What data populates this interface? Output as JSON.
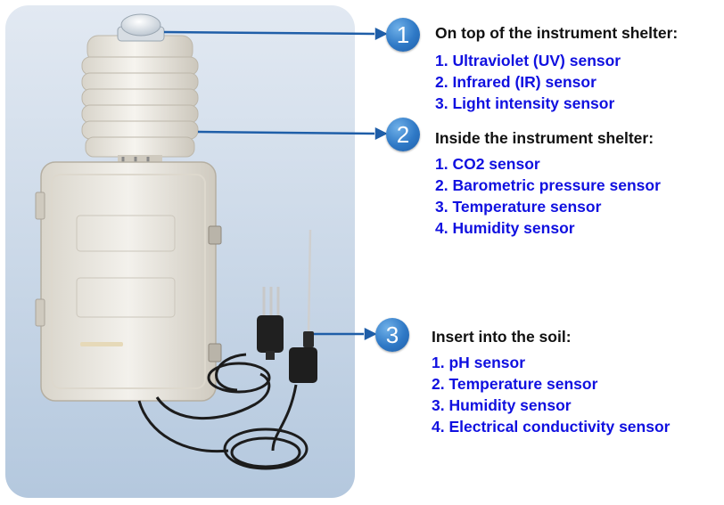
{
  "colors": {
    "panel_top": "#dfe7f0",
    "panel_bottom": "#b7cadf",
    "badge": "#2f79c6",
    "title": "#111111",
    "item": "#1010e0"
  },
  "groups": [
    {
      "number": "1",
      "title": "On top of the instrument shelter:",
      "items": [
        "1. Ultraviolet (UV) sensor",
        "2. Infrared (IR) sensor",
        "3. Light intensity sensor"
      ]
    },
    {
      "number": "2",
      "title": "Inside the instrument shelter:",
      "items": [
        "1. CO2 sensor",
        "2. Barometric pressure sensor",
        "3. Temperature sensor",
        "4. Humidity sensor"
      ]
    },
    {
      "number": "3",
      "title": "Insert into the soil:",
      "items": [
        "1. pH sensor",
        "2. Temperature sensor",
        "3. Humidity sensor",
        "4. Electrical conductivity sensor"
      ]
    }
  ]
}
